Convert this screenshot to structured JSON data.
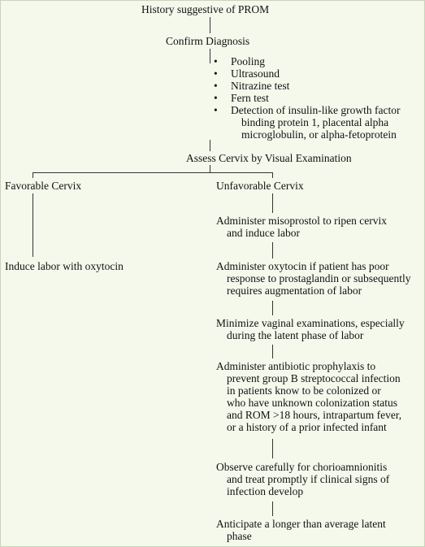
{
  "top": {
    "title": "History suggestive of PROM",
    "confirm": "Confirm Diagnosis",
    "bullet_marker": "•",
    "tests": [
      {
        "lines": [
          "Pooling"
        ]
      },
      {
        "lines": [
          "Ultrasound"
        ]
      },
      {
        "lines": [
          "Nitrazine test"
        ]
      },
      {
        "lines": [
          "Fern test"
        ]
      },
      {
        "lines": [
          "Detection of insulin-like growth factor",
          "binding protein 1, placental alpha",
          "microglobulin, or alpha-fetoprotein"
        ]
      }
    ],
    "assess": "Assess Cervix by Visual Examination"
  },
  "favorable": {
    "label": "Favorable Cervix",
    "action": "Induce labor with oxytocin"
  },
  "unfavorable": {
    "label": "Unfavorable Cervix",
    "steps": [
      {
        "lines": [
          "Administer misoprostol to ripen cervix",
          "and induce labor"
        ]
      },
      {
        "lines": [
          "Administer oxytocin if patient has poor",
          "response to prostaglandin or subsequently",
          "requires augmentation of labor"
        ]
      },
      {
        "lines": [
          "Minimize vaginal examinations, especially",
          "during the latent phase of labor"
        ]
      },
      {
        "lines": [
          "Administer antibiotic prophylaxis to",
          "prevent group B streptococcal infection",
          "in patients know to be colonized or",
          "who have unknown colonization status",
          "and ROM >18 hours, intrapartum fever,",
          "or a history of a prior infected infant"
        ]
      },
      {
        "lines": [
          "Observe carefully for chorioamnionitis",
          "and treat promptly if clinical signs of",
          "infection develop"
        ]
      },
      {
        "lines": [
          "Anticipate a longer than average latent",
          "phase"
        ]
      }
    ]
  }
}
